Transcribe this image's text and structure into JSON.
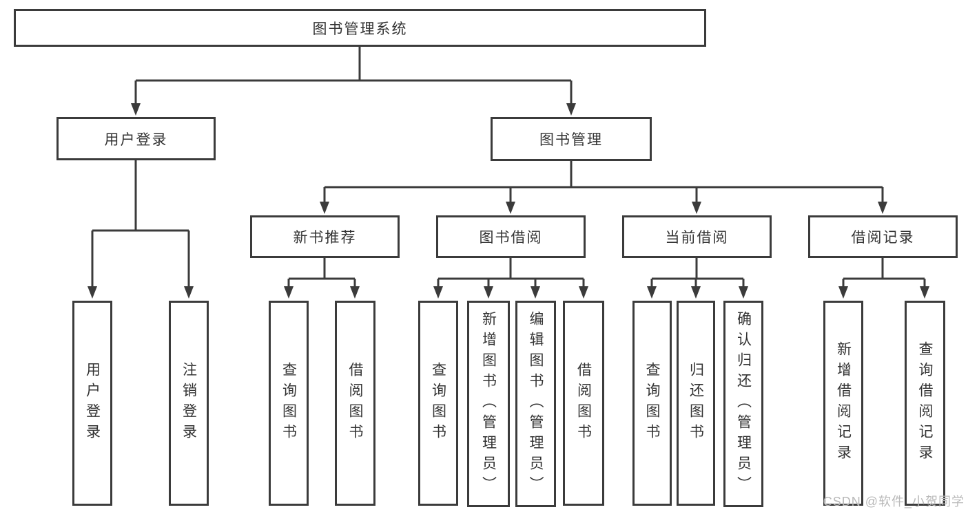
{
  "tree": {
    "root": {
      "label": "图书管理系统"
    },
    "user_login": {
      "label": "用户登录",
      "children": [
        {
          "label": "用户登录"
        },
        {
          "label": "注销登录"
        }
      ]
    },
    "book_management": {
      "label": "图书管理",
      "sections": [
        {
          "label": "新书推荐",
          "children": [
            {
              "label": "查询图书"
            },
            {
              "label": "借阅图书"
            }
          ]
        },
        {
          "label": "图书借阅",
          "children": [
            {
              "label": "查询图书"
            },
            {
              "label": "新增图书（管理员）"
            },
            {
              "label": "编辑图书（管理员）"
            },
            {
              "label": "借阅图书"
            }
          ]
        },
        {
          "label": "当前借阅",
          "children": [
            {
              "label": "查询图书"
            },
            {
              "label": "归还图书"
            },
            {
              "label": "确认归还（管理员）"
            }
          ]
        },
        {
          "label": "借阅记录",
          "children": [
            {
              "label": "新增借阅记录"
            },
            {
              "label": "查询借阅记录"
            }
          ]
        }
      ]
    }
  },
  "watermark": {
    "text": "CSDN @软件_小贺同学"
  },
  "colors": {
    "line": "#3b3b3b",
    "text": "#333333",
    "watermark": "#b9b9b9",
    "background": "#ffffff"
  }
}
